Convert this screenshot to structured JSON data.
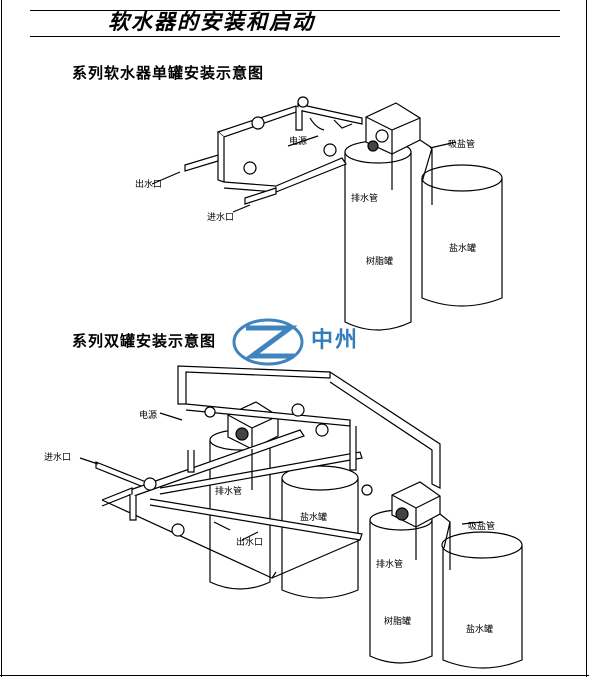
{
  "header": {
    "title": "软水器的安装和启动"
  },
  "section1": {
    "title": "系列软水器单罐安装示意图",
    "labels": {
      "power": "电源",
      "brine_suction_pipe": "吸盐管",
      "outlet": "出水口",
      "drain_pipe": "排水管",
      "inlet": "进水口",
      "resin_tank": "树脂罐",
      "brine_tank": "盐水罐"
    }
  },
  "section2": {
    "title": "系列双罐安装示意图",
    "labels": {
      "power": "电源",
      "inlet": "进水口",
      "drain_pipe_left": "排水管",
      "brine_tank_mid": "盐水罐",
      "outlet": "出水口",
      "brine_suction_pipe": "吸盐管",
      "drain_pipe_right": "排水管",
      "resin_tank": "树脂罐",
      "brine_tank_right": "盐水罐"
    }
  },
  "watermark": {
    "text": "中州",
    "color": "#1f6fb5"
  }
}
